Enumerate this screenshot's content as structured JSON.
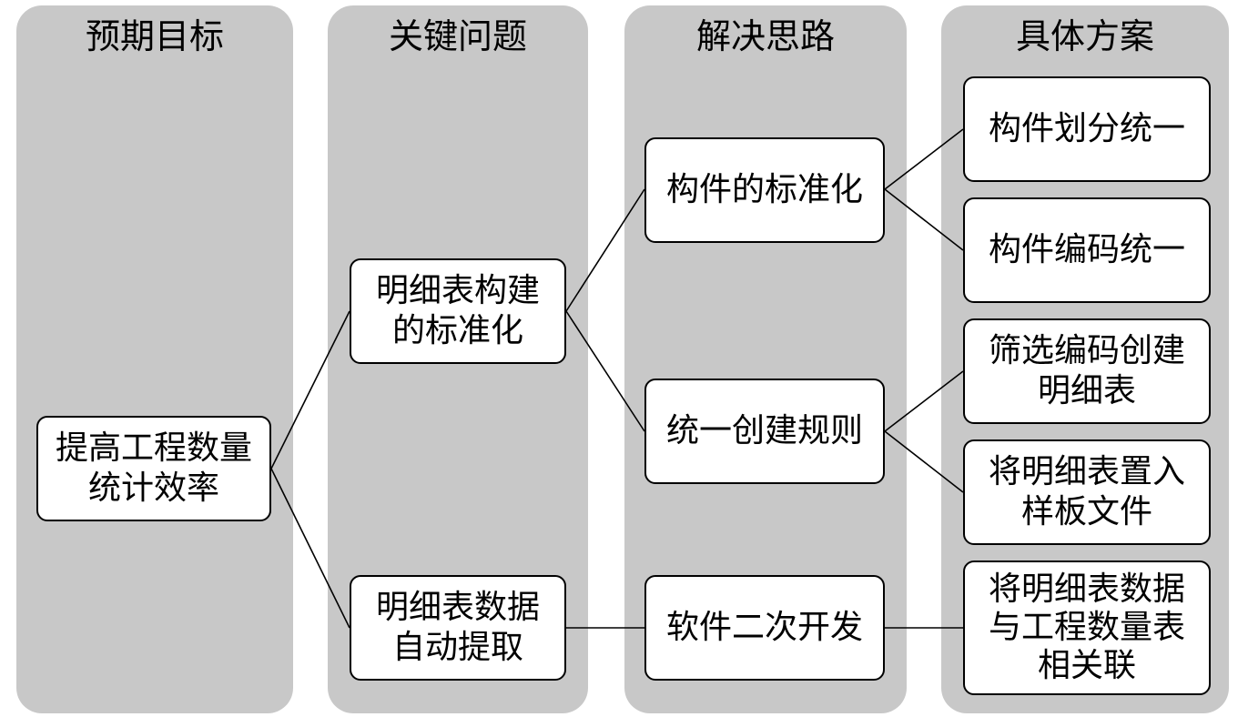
{
  "columns": [
    {
      "id": "goal",
      "title": "预期目标"
    },
    {
      "id": "problem",
      "title": "关键问题"
    },
    {
      "id": "approach",
      "title": "解决思路"
    },
    {
      "id": "solution",
      "title": "具体方案"
    }
  ],
  "nodes": {
    "goal": "提高工程数量\n统计效率",
    "problem1": "明细表构建\n的标准化",
    "problem2": "明细表数据\n自动提取",
    "approach1": "构件的标准化",
    "approach2": "统一创建规则",
    "approach3": "软件二次开发",
    "solution1": "构件划分统一",
    "solution2": "构件编码统一",
    "solution3": "筛选编码创建\n明细表",
    "solution4": "将明细表置入\n样板文件",
    "solution5": "将明细表数据\n与工程数量表\n相关联"
  }
}
